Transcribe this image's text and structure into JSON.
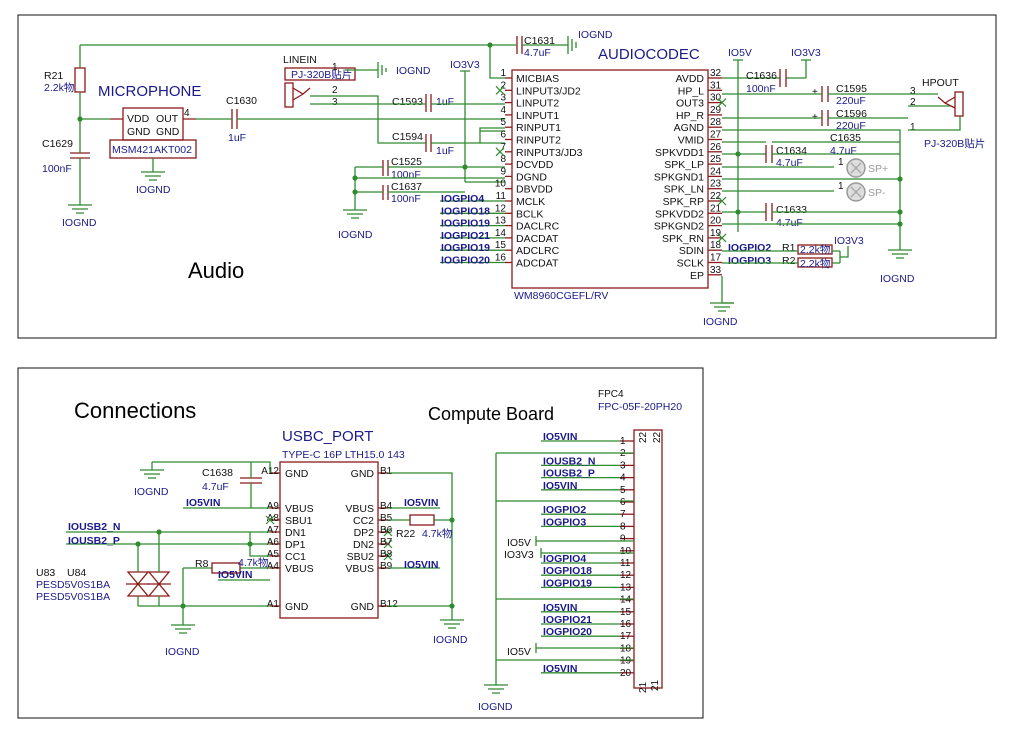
{
  "sections": {
    "audio": "Audio",
    "connections": "Connections",
    "compute_board": "Compute Board"
  },
  "nets": {
    "iognd": "IOGND",
    "io3v3": "IO3V3",
    "io5v": "IO5V",
    "io5vin": "IO5VIN",
    "iousb2_n": "IOUSB2_N",
    "iousb2_p": "IOUSB2_P"
  },
  "microphone": {
    "title": "MICROPHONE",
    "part": "MSM421AKT002",
    "pins": [
      "VDD",
      "OUT",
      "GND",
      "GND"
    ],
    "pin_num": "4"
  },
  "passives": {
    "r21": {
      "ref": "R21",
      "val": "2.2k物"
    },
    "c1629": {
      "ref": "C1629",
      "val": "100nF"
    },
    "c1630": {
      "ref": "C1630",
      "val": "1uF"
    },
    "c1631": {
      "ref": "C1631",
      "val": "4.7uF"
    },
    "c1593": {
      "ref": "C1593",
      "val": "1uF"
    },
    "c1594": {
      "ref": "C1594",
      "val": "1uF"
    },
    "c1525": {
      "ref": "C1525",
      "val": "100nF"
    },
    "c1637": {
      "ref": "C1637",
      "val": "100nF"
    },
    "c1636": {
      "ref": "C1636",
      "val": "100nF"
    },
    "c1595": {
      "ref": "C1595",
      "val": "220uF"
    },
    "c1596": {
      "ref": "C1596",
      "val": "220uF"
    },
    "c1634": {
      "ref": "C1634",
      "val": "4.7uF"
    },
    "c1635": {
      "ref": "C1635",
      "val": "4.7uF"
    },
    "c1633": {
      "ref": "C1633",
      "val": "4.7uF"
    },
    "r1": {
      "ref": "R1",
      "val": "2.2k物"
    },
    "r2": {
      "ref": "R2",
      "val": "2.2k物"
    },
    "c1638": {
      "ref": "C1638",
      "val": "4.7uF"
    },
    "r8": {
      "ref": "R8",
      "val": "4.7k物"
    },
    "r22": {
      "ref": "R22",
      "val": "4.7k物"
    }
  },
  "linein": {
    "title": "LINEIN",
    "part": "PJ-320B贴片",
    "pins": [
      "1",
      "2",
      "3"
    ]
  },
  "hpout": {
    "title": "HPOUT",
    "part": "PJ-320B贴片",
    "pins": [
      "3",
      "2",
      "1"
    ]
  },
  "codec": {
    "title": "AUDIOCODEC",
    "part": "WM8960CGEFL/RV",
    "left_pins": [
      {
        "num": "1",
        "name": "MICBIAS"
      },
      {
        "num": "2",
        "name": "LINPUT3/JD2"
      },
      {
        "num": "3",
        "name": "LINPUT2"
      },
      {
        "num": "4",
        "name": "LINPUT1"
      },
      {
        "num": "5",
        "name": "RINPUT1"
      },
      {
        "num": "6",
        "name": "RINPUT2"
      },
      {
        "num": "7",
        "name": "RINPUT3/JD3"
      },
      {
        "num": "8",
        "name": "DCVDD"
      },
      {
        "num": "9",
        "name": "DGND"
      },
      {
        "num": "10",
        "name": "DBVDD"
      },
      {
        "num": "11",
        "name": "MCLK"
      },
      {
        "num": "12",
        "name": "BCLK"
      },
      {
        "num": "13",
        "name": "DACLRC"
      },
      {
        "num": "14",
        "name": "DACDAT"
      },
      {
        "num": "15",
        "name": "ADCLRC"
      },
      {
        "num": "16",
        "name": "ADCDAT"
      }
    ],
    "right_pins": [
      {
        "num": "32",
        "name": "AVDD"
      },
      {
        "num": "31",
        "name": "HP_L"
      },
      {
        "num": "30",
        "name": "OUT3"
      },
      {
        "num": "29",
        "name": "HP_R"
      },
      {
        "num": "28",
        "name": "AGND"
      },
      {
        "num": "27",
        "name": "VMID"
      },
      {
        "num": "26",
        "name": "SPKVDD1"
      },
      {
        "num": "25",
        "name": "SPK_LP"
      },
      {
        "num": "24",
        "name": "SPKGND1"
      },
      {
        "num": "23",
        "name": "SPK_LN"
      },
      {
        "num": "22",
        "name": "SPK_RP"
      },
      {
        "num": "21",
        "name": "SPKVDD2"
      },
      {
        "num": "20",
        "name": "SPKGND2"
      },
      {
        "num": "19",
        "name": "SPK_RN"
      },
      {
        "num": "18",
        "name": "SDIN"
      },
      {
        "num": "17",
        "name": "SCLK"
      },
      {
        "num": "33",
        "name": "EP"
      }
    ],
    "left_nets": [
      "IOGPIO4",
      "IOGPIO18",
      "IOGPIO19",
      "IOGPIO21",
      "IOGPIO19",
      "IOGPIO20"
    ],
    "right_nets": [
      "IOGPIO2",
      "IOGPIO3"
    ]
  },
  "speakers": {
    "plus": "SP+",
    "minus": "SP-",
    "pin": "1"
  },
  "usbc": {
    "title": "USBC_PORT",
    "part": "TYPE-C 16P LTH15.0 143",
    "left_pins": [
      {
        "num": "A12",
        "name": "GND"
      },
      {
        "num": "A9",
        "name": "VBUS"
      },
      {
        "num": "A8",
        "name": "SBU1"
      },
      {
        "num": "A7",
        "name": "DN1"
      },
      {
        "num": "A6",
        "name": "DP1"
      },
      {
        "num": "A5",
        "name": "CC1"
      },
      {
        "num": "A4",
        "name": "VBUS"
      },
      {
        "num": "A1",
        "name": "GND"
      }
    ],
    "right_pins": [
      {
        "num": "B1",
        "name": "GND"
      },
      {
        "num": "B4",
        "name": "VBUS"
      },
      {
        "num": "B5",
        "name": "CC2"
      },
      {
        "num": "B6",
        "name": "DP2"
      },
      {
        "num": "B7",
        "name": "DN2"
      },
      {
        "num": "B8",
        "name": "SBU2"
      },
      {
        "num": "B9",
        "name": "VBUS"
      },
      {
        "num": "B12",
        "name": "GND"
      }
    ]
  },
  "tvs": {
    "u83": "U83",
    "u84": "U84",
    "part1": "PESD5V0S1BA",
    "part2": "PESD5V0S1BA"
  },
  "fpc": {
    "ref": "FPC4",
    "part": "FPC-05F-20PH20",
    "pins": [
      "1",
      "2",
      "3",
      "4",
      "5",
      "6",
      "7",
      "8",
      "9",
      "10",
      "11",
      "12",
      "13",
      "14",
      "15",
      "16",
      "17",
      "18",
      "19",
      "20"
    ],
    "mount": [
      "22",
      "22",
      "21",
      "21"
    ],
    "nets": [
      "IO5VIN",
      "",
      "IOUSB2_N",
      "IOUSB2_P",
      "IO5VIN",
      "",
      "IOGPIO2",
      "IOGPIO3",
      "",
      "",
      "IOGPIO4",
      "IOGPIO18",
      "IOGPIO19",
      "",
      "IO5VIN",
      "IOGPIO21",
      "IOGPIO20",
      "",
      "",
      "IO5VIN"
    ],
    "io5v_a": "IO5V",
    "io3v3": "IO3V3",
    "io5v_b": "IO5V"
  }
}
